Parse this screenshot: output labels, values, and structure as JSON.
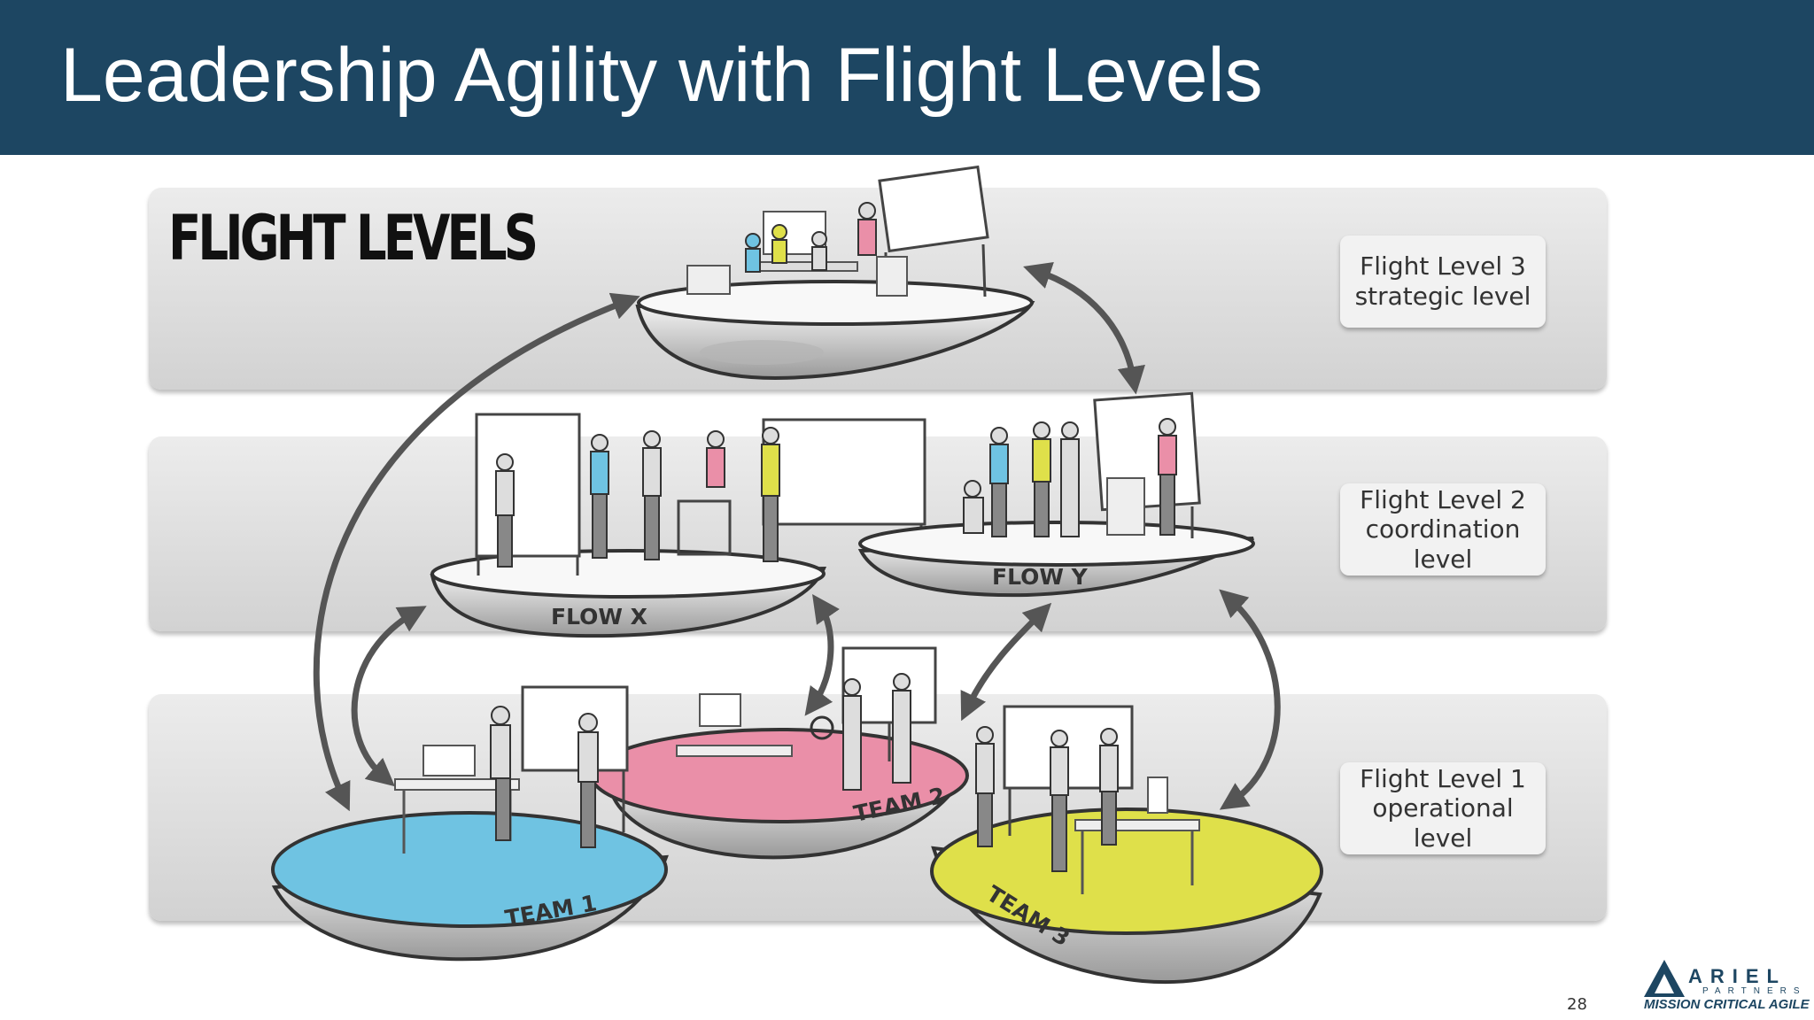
{
  "slide": {
    "title": "Leadership Agility with Flight Levels",
    "page_number": "28"
  },
  "diagram": {
    "heading": "FLIGHT LEVELS",
    "levels": [
      {
        "line1": "Flight Level 3",
        "line2": "strategic level"
      },
      {
        "line1": "Flight Level 2",
        "line2": "coordination level"
      },
      {
        "line1": "Flight Level 1",
        "line2": "operational level"
      }
    ],
    "islands": {
      "flow_x": "FLOW X",
      "flow_y": "FLOW Y",
      "team_1": "TEAM 1",
      "team_2": "TEAM 2",
      "team_3": "TEAM 3"
    },
    "colors": {
      "header": "#1d4662",
      "team_1": "#6fc3e2",
      "team_2": "#ea8fa8",
      "team_3": "#dfe04a"
    }
  },
  "logo": {
    "name": "ARIEL",
    "sub": "PARTNERS",
    "tagline": "MISSION CRITICAL AGILE"
  }
}
